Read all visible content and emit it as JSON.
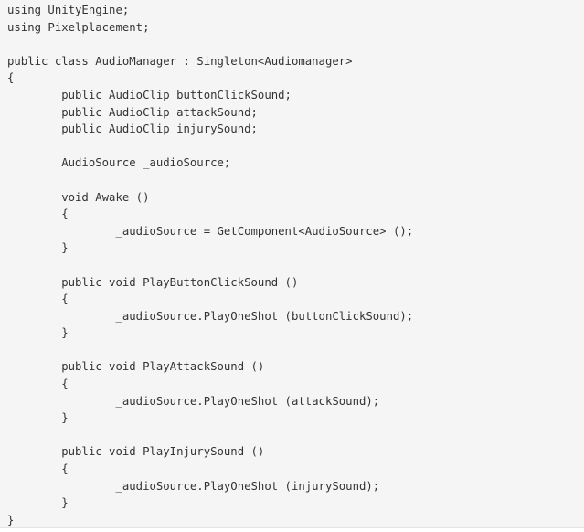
{
  "code": {
    "lines": [
      "using UnityEngine;",
      "using Pixelplacement;",
      "",
      "public class AudioManager : Singleton<Audiomanager>",
      "{",
      "        public AudioClip buttonClickSound;",
      "        public AudioClip attackSound;",
      "        public AudioClip injurySound;",
      "",
      "        AudioSource _audioSource;",
      "",
      "        void Awake ()",
      "        {",
      "                _audioSource = GetComponent<AudioSource> ();",
      "        }",
      "",
      "        public void PlayButtonClickSound ()",
      "        {",
      "                _audioSource.PlayOneShot (buttonClickSound);",
      "        }",
      "",
      "        public void PlayAttackSound ()",
      "        {",
      "                _audioSource.PlayOneShot (attackSound);",
      "        }",
      "",
      "        public void PlayInjurySound ()",
      "        {",
      "                _audioSource.PlayOneShot (injurySound);",
      "        }",
      "}"
    ]
  }
}
